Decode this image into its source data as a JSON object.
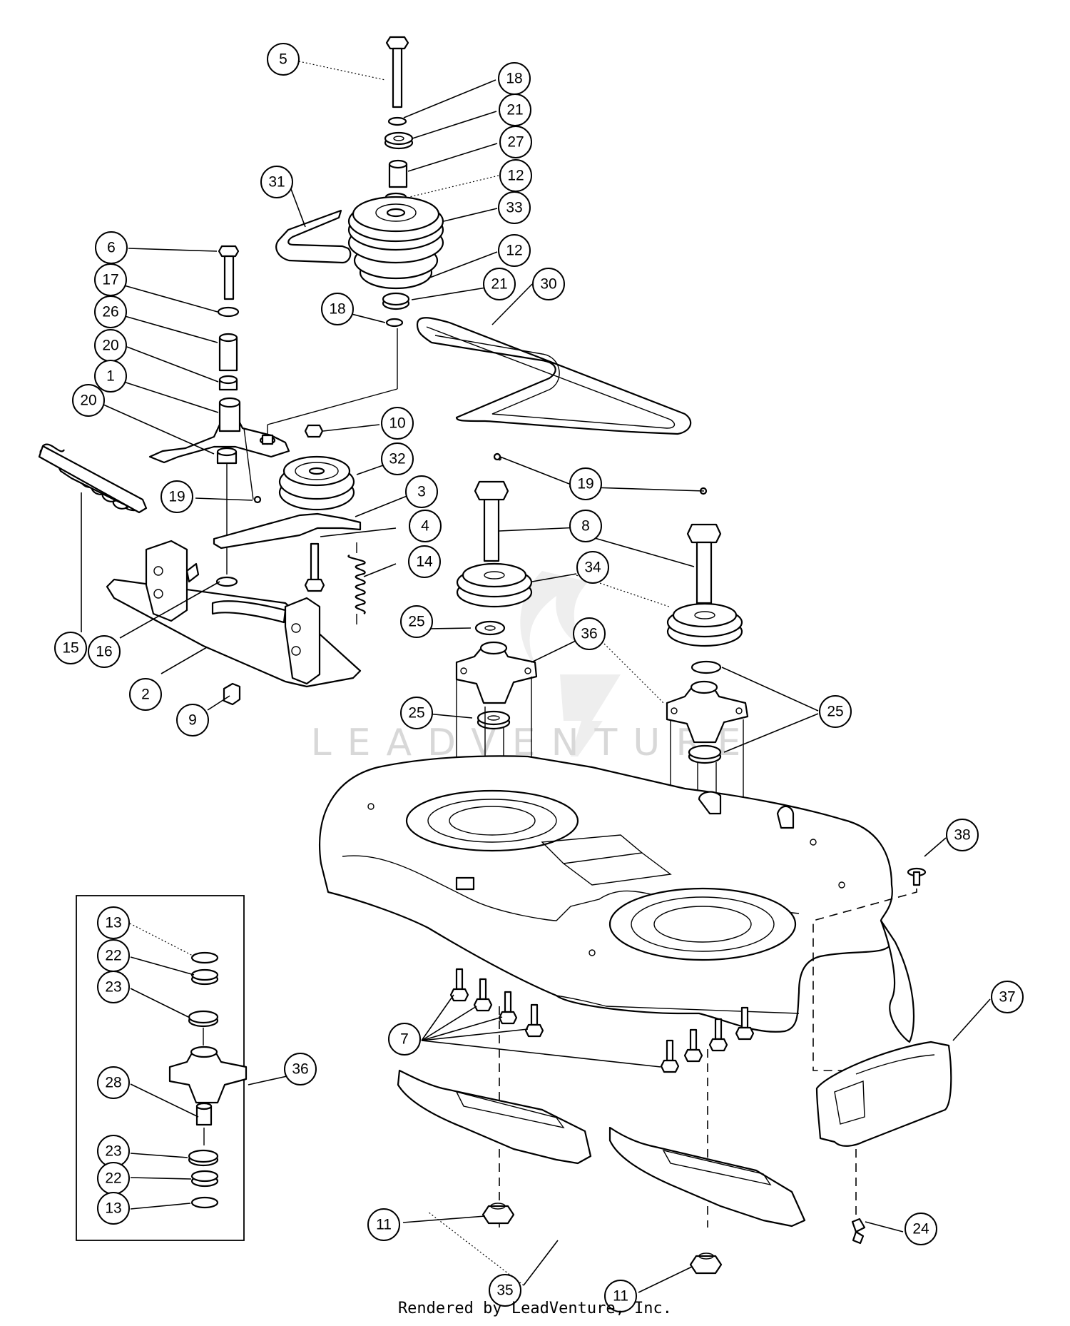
{
  "watermark": "LEADVENTURE",
  "footer": "Rendered by LeadVenture, Inc.",
  "callouts": [
    {
      "label": "5"
    },
    {
      "label": "18"
    },
    {
      "label": "21"
    },
    {
      "label": "27"
    },
    {
      "label": "12"
    },
    {
      "label": "31"
    },
    {
      "label": "33"
    },
    {
      "label": "6"
    },
    {
      "label": "12"
    },
    {
      "label": "17"
    },
    {
      "label": "21"
    },
    {
      "label": "30"
    },
    {
      "label": "26"
    },
    {
      "label": "18"
    },
    {
      "label": "20"
    },
    {
      "label": "1"
    },
    {
      "label": "20"
    },
    {
      "label": "10"
    },
    {
      "label": "32"
    },
    {
      "label": "19"
    },
    {
      "label": "19"
    },
    {
      "label": "3"
    },
    {
      "label": "8"
    },
    {
      "label": "4"
    },
    {
      "label": "14"
    },
    {
      "label": "34"
    },
    {
      "label": "15"
    },
    {
      "label": "16"
    },
    {
      "label": "25"
    },
    {
      "label": "2"
    },
    {
      "label": "36"
    },
    {
      "label": "25"
    },
    {
      "label": "25"
    },
    {
      "label": "9"
    },
    {
      "label": "38"
    },
    {
      "label": "13"
    },
    {
      "label": "22"
    },
    {
      "label": "23"
    },
    {
      "label": "37"
    },
    {
      "label": "7"
    },
    {
      "label": "36"
    },
    {
      "label": "28"
    },
    {
      "label": "23"
    },
    {
      "label": "22"
    },
    {
      "label": "13"
    },
    {
      "label": "11"
    },
    {
      "label": "24"
    },
    {
      "label": "35"
    },
    {
      "label": "11"
    }
  ]
}
